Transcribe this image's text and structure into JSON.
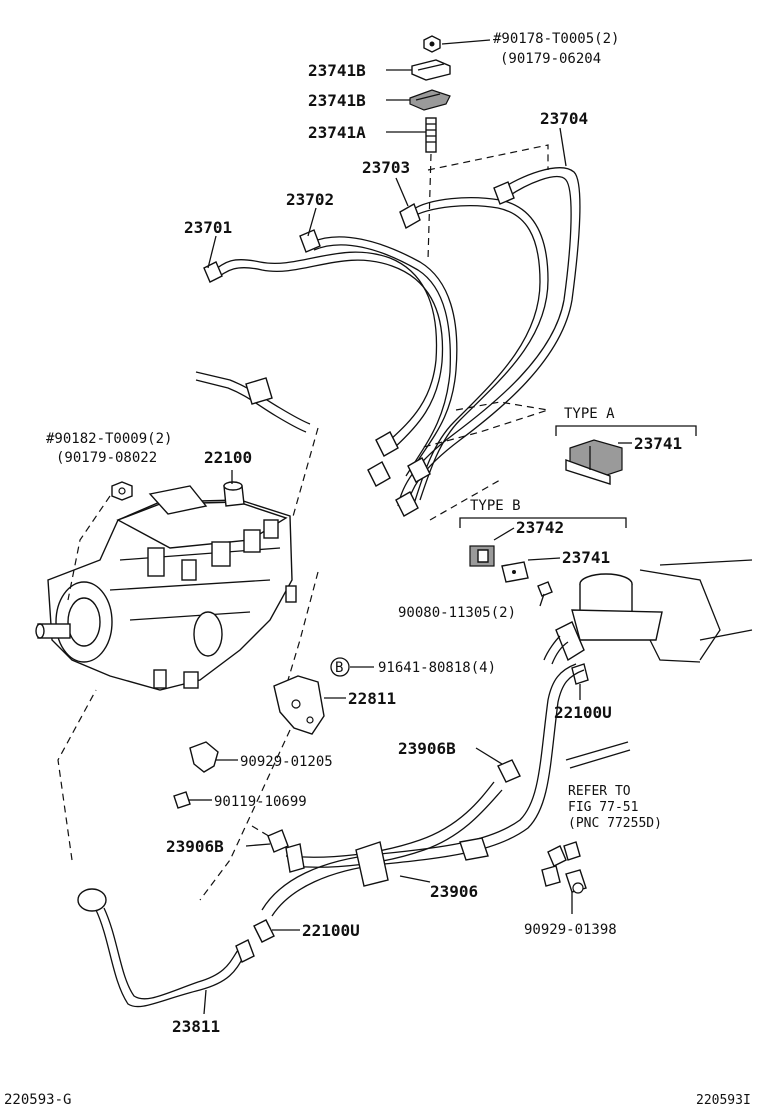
{
  "labels": {
    "p90178": "#90178-T0005(2)",
    "p90179a": "(90179-06204",
    "p23741b1": "23741B",
    "p23741b2": "23741B",
    "p23741a": "23741A",
    "p23704": "23704",
    "p23703": "23703",
    "p23702": "23702",
    "p23701": "23701",
    "p90182": "#90182-T0009(2)",
    "p90179b": "(90179-08022",
    "p22100": "22100",
    "type_a": "TYPE A",
    "p23741_a": "23741",
    "type_b": "TYPE B",
    "p23742": "23742",
    "p23741_b": "23741",
    "p90080": "90080-11305(2)",
    "circle_b": "B",
    "p91641": "91641-80818(4)",
    "p22811": "22811",
    "p22100u_top": "22100U",
    "p23906b_top": "23906B",
    "refer1": "REFER TO",
    "refer2": "FIG 77-51",
    "refer3": "(PNC 77255D)",
    "p90929a": "90929-01205",
    "p90119": "90119-10699",
    "p23906b_bot": "23906B",
    "p23906": "23906",
    "p22100u_bot": "22100U",
    "p90929b": "90929-01398",
    "p23811": "23811",
    "footer_left": "220593-G",
    "footer_right": "220593I"
  }
}
